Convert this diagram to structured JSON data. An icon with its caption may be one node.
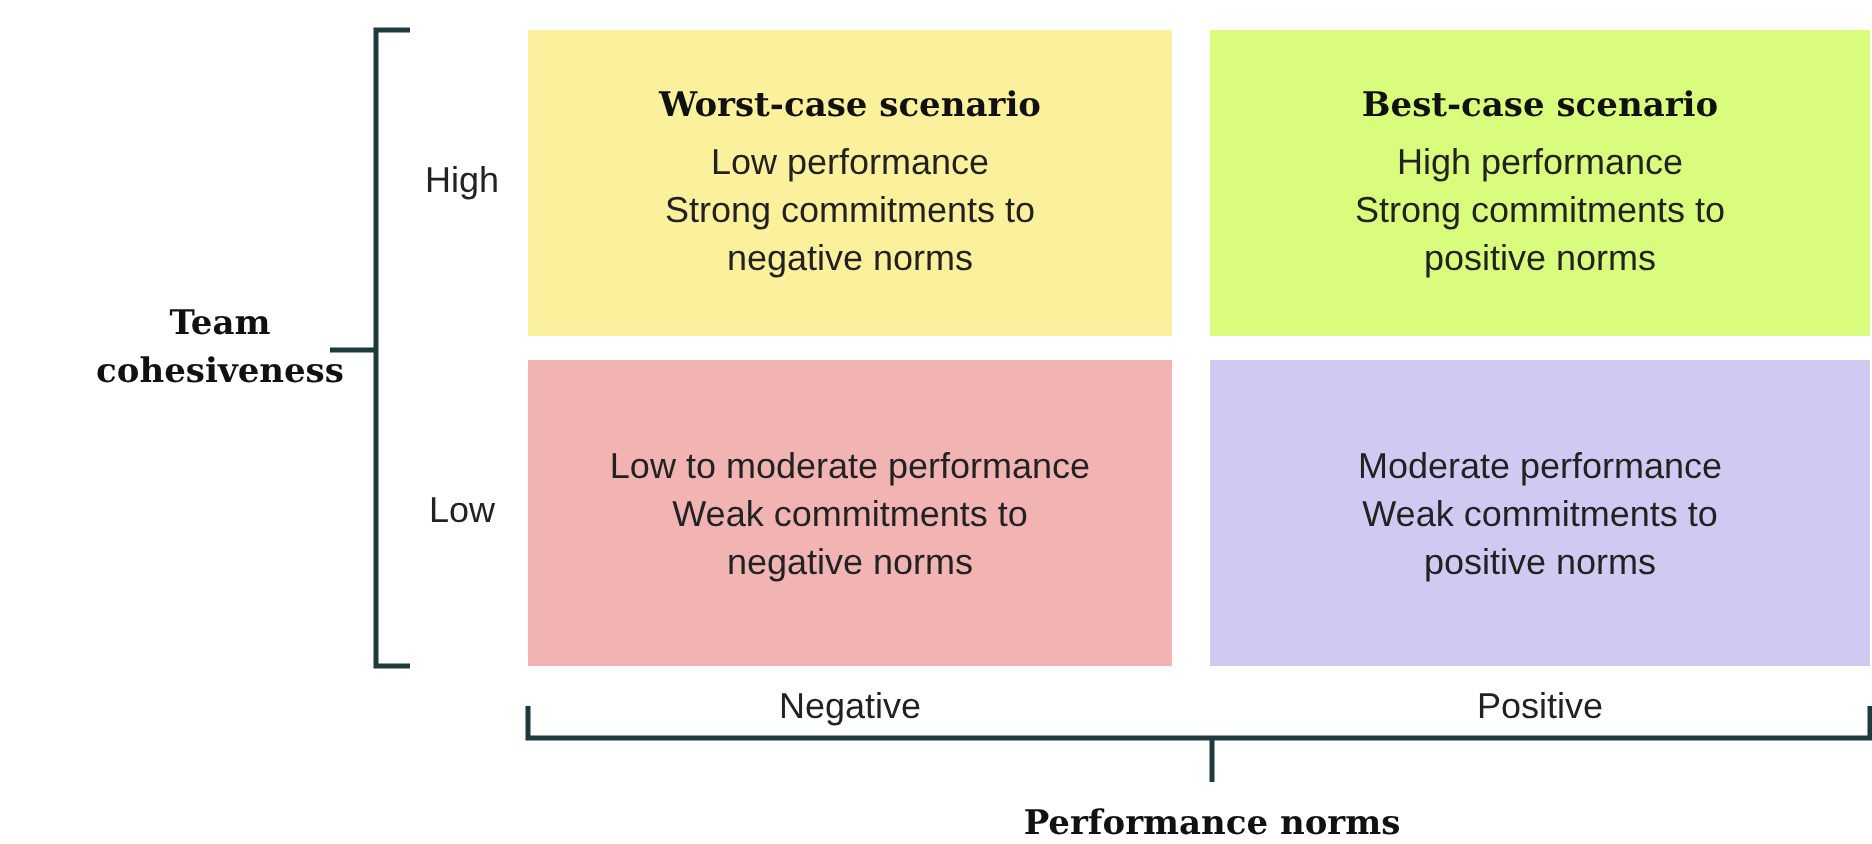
{
  "diagram": {
    "nodes": [
      {
        "text": [
          "Worst-case scenario",
          "Low performance",
          "Strong commitments to negative norms"
        ]
      },
      {
        "text": [
          "Best-case scenario",
          "High performance",
          "Strong commitments to positive norms"
        ]
      },
      {
        "text": [
          "Low to moderate performance",
          "Weak commitments to negative norms"
        ]
      },
      {
        "text": [
          "Moderate performance",
          "Weak commitments to positive norms"
        ]
      }
    ],
    "labels": [
      "High",
      "Low",
      "Team cohesiveness",
      "Negative",
      "Positive",
      "Performance norms"
    ]
  }
}
